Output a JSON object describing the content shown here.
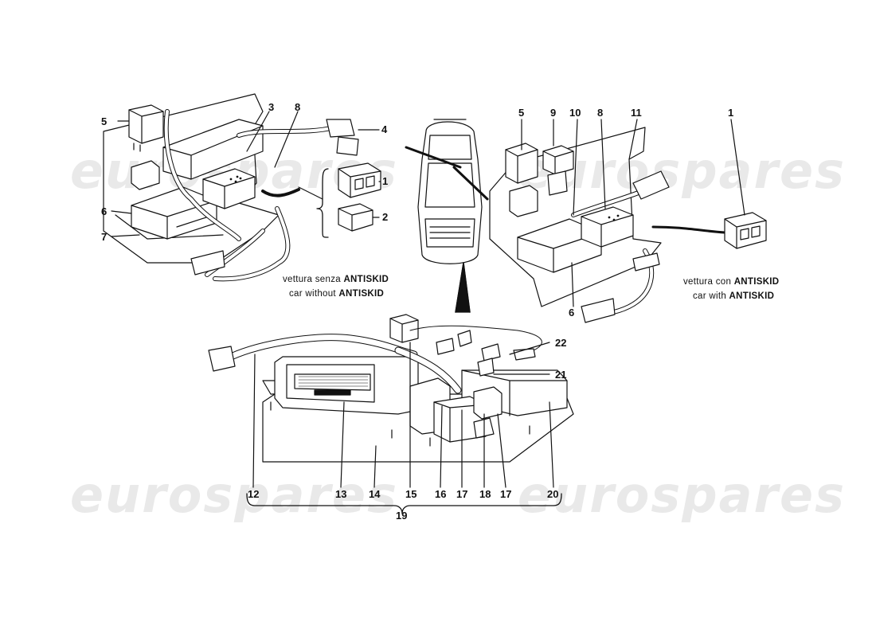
{
  "watermark": "eurospares",
  "callouts": {
    "left_5": "5",
    "left_3": "3",
    "left_8": "8",
    "left_4": "4",
    "left_1": "1",
    "left_2": "2",
    "left_6": "6",
    "left_7": "7",
    "right_5": "5",
    "right_9": "9",
    "right_10": "10",
    "right_8": "8",
    "right_11": "11",
    "right_1": "1",
    "right_6": "6",
    "b12": "12",
    "b13": "13",
    "b14": "14",
    "b15": "15",
    "b16": "16",
    "b17a": "17",
    "b18": "18",
    "b17b": "17",
    "b20": "20",
    "b19": "19",
    "b21": "21",
    "b22": "22"
  },
  "notes": {
    "left_it_prefix": "vettura senza",
    "left_it_keyword": "ANTISKID",
    "left_en_prefix": "car without",
    "left_en_keyword": "ANTISKID",
    "right_it_prefix": "vettura con",
    "right_it_keyword": "ANTISKID",
    "right_en_prefix": "car with",
    "right_en_keyword": "ANTISKID"
  }
}
